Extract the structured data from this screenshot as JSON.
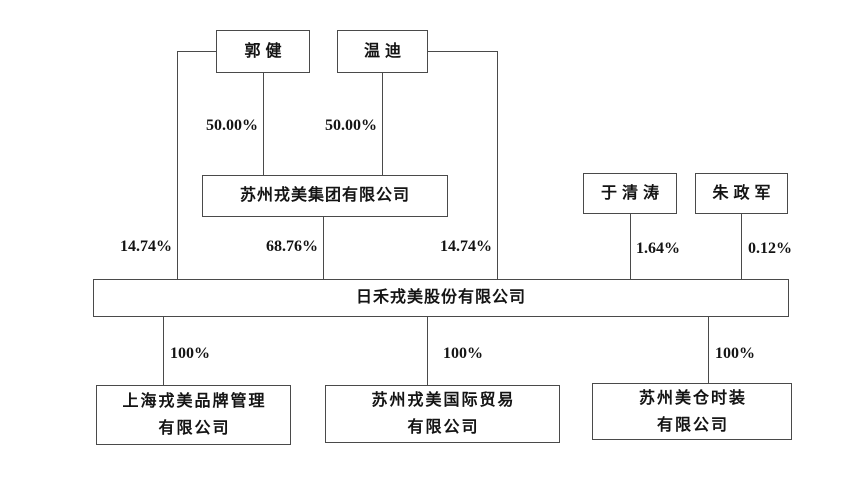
{
  "diagram": {
    "nodes": {
      "guojian": {
        "label": "郭健"
      },
      "wendi": {
        "label": "温迪"
      },
      "group": {
        "label": "苏州戎美集团有限公司"
      },
      "yuqingtao": {
        "label": "于清涛"
      },
      "zhuzhengjun": {
        "label": "朱政军"
      },
      "main": {
        "label": "日禾戎美股份有限公司"
      },
      "sub1": {
        "line1": "上海戎美品牌管理",
        "line2": "有限公司"
      },
      "sub2": {
        "line1": "苏州戎美国际贸易",
        "line2": "有限公司"
      },
      "sub3": {
        "line1": "苏州美仓时装",
        "line2": "有限公司"
      }
    },
    "ownership_labels": {
      "guojian_to_group": "50.00%",
      "wendi_to_group": "50.00%",
      "guojian_to_main": "14.74%",
      "group_to_main": "68.76%",
      "wendi_to_main": "14.74%",
      "yuqingtao_to_main": "1.64%",
      "zhuzhengjun_to_main": "0.12%",
      "main_to_sub1": "100%",
      "main_to_sub2": "100%",
      "main_to_sub3": "100%"
    },
    "colors": {
      "line": "#4a4a4a",
      "text": "#141414",
      "background": "#ffffff"
    }
  }
}
